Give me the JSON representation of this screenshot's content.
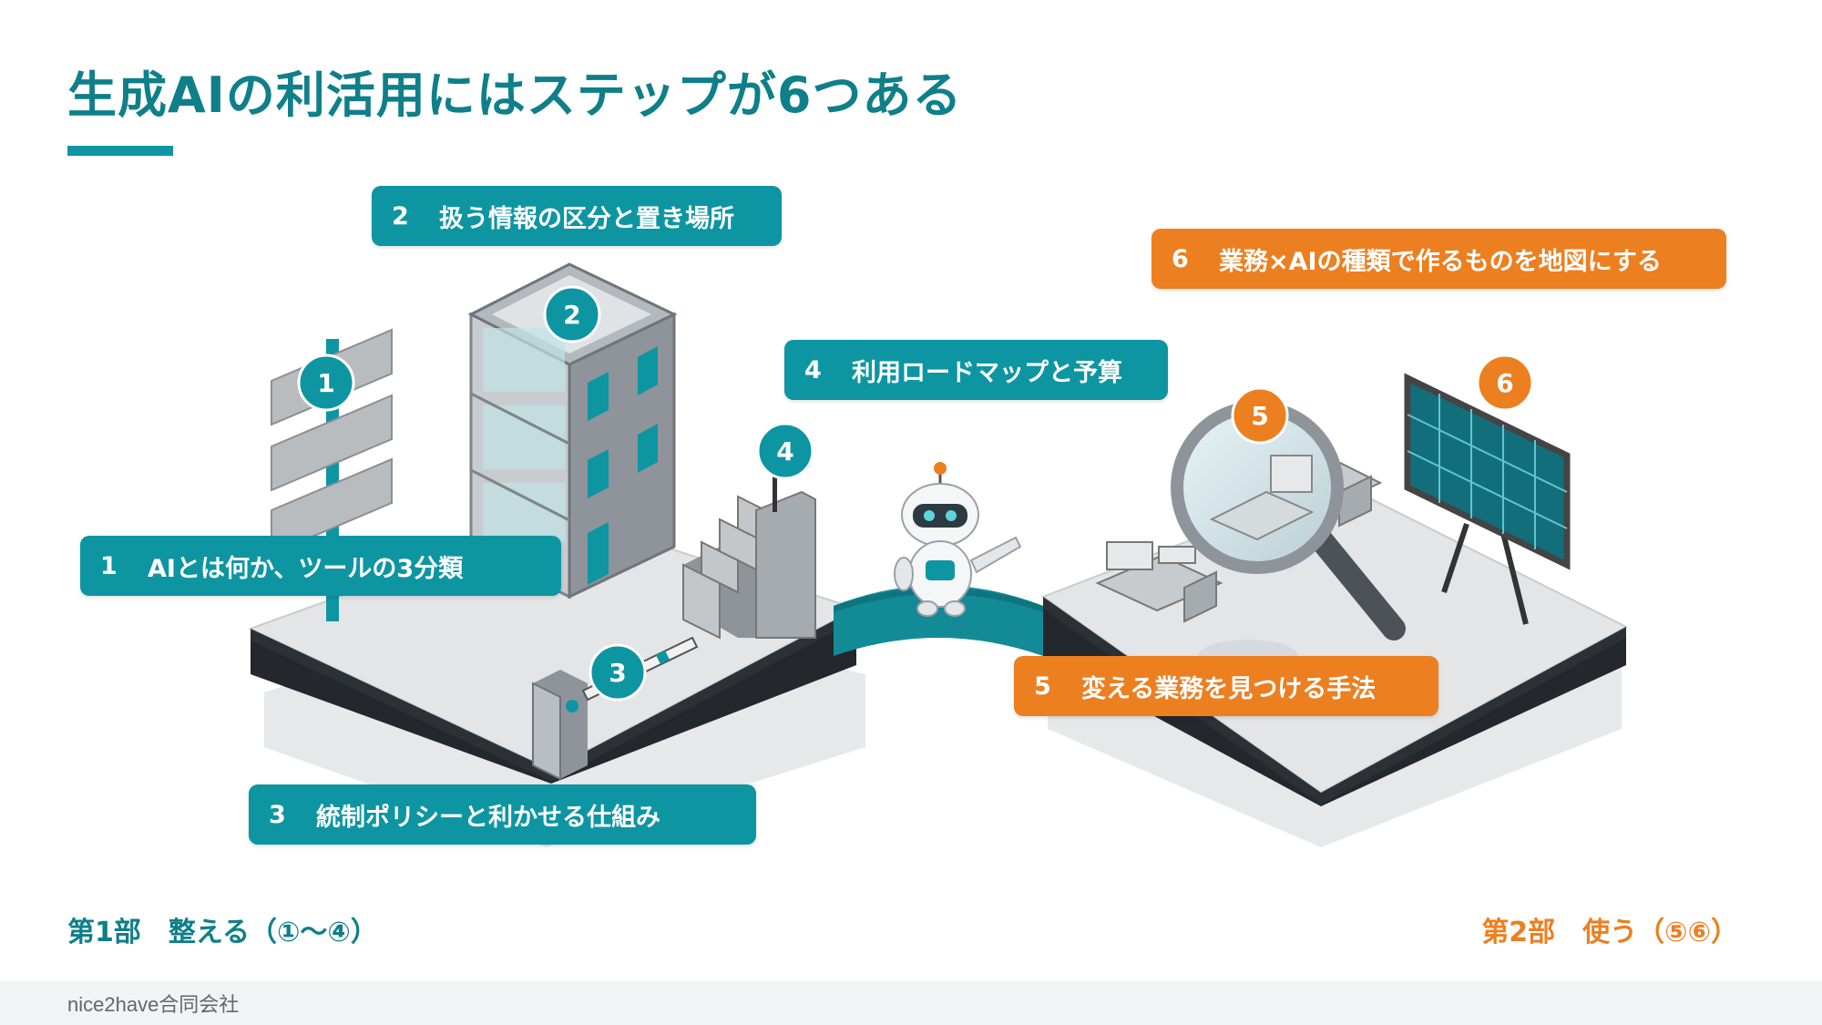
{
  "title": "生成AIの利活用にはステップが6つある",
  "steps": [
    {
      "num": "1",
      "text": "AIとは何か、ツールの3分類",
      "badge": "1",
      "color": "#0e95a2"
    },
    {
      "num": "2",
      "text": "扱う情報の区分と置き場所",
      "badge": "2",
      "color": "#0e95a2"
    },
    {
      "num": "3",
      "text": "統制ポリシーと利かせる仕組み",
      "badge": "3",
      "color": "#0e95a2"
    },
    {
      "num": "4",
      "text": "利用ロードマップと予算",
      "badge": "4",
      "color": "#0e95a2"
    },
    {
      "num": "5",
      "text": "変える業務を見つける手法",
      "badge": "5",
      "color": "#ec7f20"
    },
    {
      "num": "6",
      "text": "業務×AIの種類で作るものを地図にする",
      "badge": "6",
      "color": "#ec7f20"
    }
  ],
  "parts": {
    "part1": "第1部　整える（①〜④）",
    "part2": "第2部　使う（⑤⑥）"
  },
  "footer": "nice2have合同会社",
  "colors": {
    "teal": "#0e95a2",
    "orange": "#ec7f20",
    "title": "#0f7f8a"
  }
}
